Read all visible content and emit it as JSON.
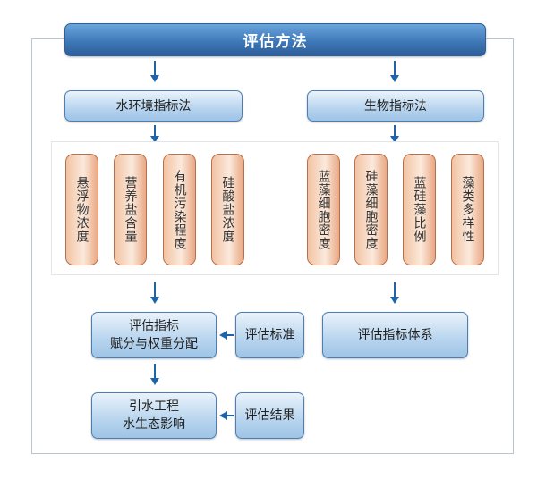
{
  "title": "评估方法",
  "branches": {
    "left": "水环境指标法",
    "right": "生物指标法"
  },
  "left_indicators": [
    "悬浮物浓度",
    "营养盐含量",
    "有机污染程度",
    "硅酸盐浓度"
  ],
  "right_indicators": [
    "蓝藻细胞密度",
    "硅藻细胞密度",
    "蓝硅藻比例",
    "藻类多样性"
  ],
  "steps": {
    "scoring_line1": "评估指标",
    "scoring_line2": "赋分与权重分配",
    "criteria": "评估标准",
    "indicator_system": "评估指标体系",
    "impact_line1": "引水工程",
    "impact_line2": "水生态影响",
    "results": "评估结果"
  },
  "colors": {
    "title_blue": "#3f79b8",
    "box_blue": "#b7d4ee",
    "pill_orange": "#f2c3a3",
    "arrow": "#1f64a8"
  }
}
